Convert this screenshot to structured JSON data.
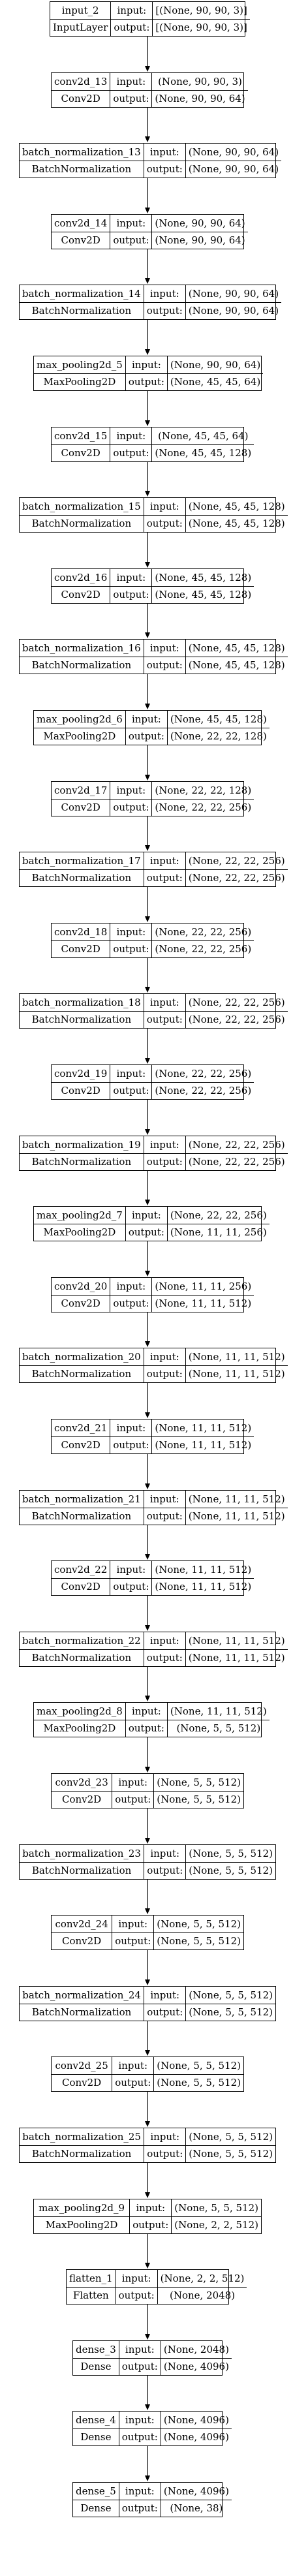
{
  "layers": [
    {
      "name": "input_2",
      "type": "InputLayer",
      "input": "[(None, 90, 90, 3)]",
      "output": "[(None, 90, 90, 3)]"
    },
    {
      "name": "conv2d_13",
      "type": "Conv2D",
      "input": "(None, 90, 90, 3)",
      "output": "(None, 90, 90, 64)"
    },
    {
      "name": "batch_normalization_13",
      "type": "BatchNormalization",
      "input": "(None, 90, 90, 64)",
      "output": "(None, 90, 90, 64)"
    },
    {
      "name": "conv2d_14",
      "type": "Conv2D",
      "input": "(None, 90, 90, 64)",
      "output": "(None, 90, 90, 64)"
    },
    {
      "name": "batch_normalization_14",
      "type": "BatchNormalization",
      "input": "(None, 90, 90, 64)",
      "output": "(None, 90, 90, 64)"
    },
    {
      "name": "max_pooling2d_5",
      "type": "MaxPooling2D",
      "input": "(None, 90, 90, 64)",
      "output": "(None, 45, 45, 64)"
    },
    {
      "name": "conv2d_15",
      "type": "Conv2D",
      "input": "(None, 45, 45, 64)",
      "output": "(None, 45, 45, 128)"
    },
    {
      "name": "batch_normalization_15",
      "type": "BatchNormalization",
      "input": "(None, 45, 45, 128)",
      "output": "(None, 45, 45, 128)"
    },
    {
      "name": "conv2d_16",
      "type": "Conv2D",
      "input": "(None, 45, 45, 128)",
      "output": "(None, 45, 45, 128)"
    },
    {
      "name": "batch_normalization_16",
      "type": "BatchNormalization",
      "input": "(None, 45, 45, 128)",
      "output": "(None, 45, 45, 128)"
    },
    {
      "name": "max_pooling2d_6",
      "type": "MaxPooling2D",
      "input": "(None, 45, 45, 128)",
      "output": "(None, 22, 22, 128)"
    },
    {
      "name": "conv2d_17",
      "type": "Conv2D",
      "input": "(None, 22, 22, 128)",
      "output": "(None, 22, 22, 256)"
    },
    {
      "name": "batch_normalization_17",
      "type": "BatchNormalization",
      "input": "(None, 22, 22, 256)",
      "output": "(None, 22, 22, 256)"
    },
    {
      "name": "conv2d_18",
      "type": "Conv2D",
      "input": "(None, 22, 22, 256)",
      "output": "(None, 22, 22, 256)"
    },
    {
      "name": "batch_normalization_18",
      "type": "BatchNormalization",
      "input": "(None, 22, 22, 256)",
      "output": "(None, 22, 22, 256)"
    },
    {
      "name": "conv2d_19",
      "type": "Conv2D",
      "input": "(None, 22, 22, 256)",
      "output": "(None, 22, 22, 256)"
    },
    {
      "name": "batch_normalization_19",
      "type": "BatchNormalization",
      "input": "(None, 22, 22, 256)",
      "output": "(None, 22, 22, 256)"
    },
    {
      "name": "max_pooling2d_7",
      "type": "MaxPooling2D",
      "input": "(None, 22, 22, 256)",
      "output": "(None, 11, 11, 256)"
    },
    {
      "name": "conv2d_20",
      "type": "Conv2D",
      "input": "(None, 11, 11, 256)",
      "output": "(None, 11, 11, 512)"
    },
    {
      "name": "batch_normalization_20",
      "type": "BatchNormalization",
      "input": "(None, 11, 11, 512)",
      "output": "(None, 11, 11, 512)"
    },
    {
      "name": "conv2d_21",
      "type": "Conv2D",
      "input": "(None, 11, 11, 512)",
      "output": "(None, 11, 11, 512)"
    },
    {
      "name": "batch_normalization_21",
      "type": "BatchNormalization",
      "input": "(None, 11, 11, 512)",
      "output": "(None, 11, 11, 512)"
    },
    {
      "name": "conv2d_22",
      "type": "Conv2D",
      "input": "(None, 11, 11, 512)",
      "output": "(None, 11, 11, 512)"
    },
    {
      "name": "batch_normalization_22",
      "type": "BatchNormalization",
      "input": "(None, 11, 11, 512)",
      "output": "(None, 11, 11, 512)"
    },
    {
      "name": "max_pooling2d_8",
      "type": "MaxPooling2D",
      "input": "(None, 11, 11, 512)",
      "output": "(None, 5, 5, 512)"
    },
    {
      "name": "conv2d_23",
      "type": "Conv2D",
      "input": "(None, 5, 5, 512)",
      "output": "(None, 5, 5, 512)"
    },
    {
      "name": "batch_normalization_23",
      "type": "BatchNormalization",
      "input": "(None, 5, 5, 512)",
      "output": "(None, 5, 5, 512)"
    },
    {
      "name": "conv2d_24",
      "type": "Conv2D",
      "input": "(None, 5, 5, 512)",
      "output": "(None, 5, 5, 512)"
    },
    {
      "name": "batch_normalization_24",
      "type": "BatchNormalization",
      "input": "(None, 5, 5, 512)",
      "output": "(None, 5, 5, 512)"
    },
    {
      "name": "conv2d_25",
      "type": "Conv2D",
      "input": "(None, 5, 5, 512)",
      "output": "(None, 5, 5, 512)"
    },
    {
      "name": "batch_normalization_25",
      "type": "BatchNormalization",
      "input": "(None, 5, 5, 512)",
      "output": "(None, 5, 5, 512)"
    },
    {
      "name": "max_pooling2d_9",
      "type": "MaxPooling2D",
      "input": "(None, 5, 5, 512)",
      "output": "(None, 2, 2, 512)"
    },
    {
      "name": "flatten_1",
      "type": "Flatten",
      "input": "(None, 2, 2, 512)",
      "output": "(None, 2048)"
    },
    {
      "name": "dense_3",
      "type": "Dense",
      "input": "(None, 2048)",
      "output": "(None, 4096)"
    },
    {
      "name": "dense_4",
      "type": "Dense",
      "input": "(None, 4096)",
      "output": "(None, 4096)"
    },
    {
      "name": "dense_5",
      "type": "Dense",
      "input": "(None, 4096)",
      "output": "(None, 38)"
    }
  ],
  "port_labels": {
    "input": "input:",
    "output": "output:"
  }
}
